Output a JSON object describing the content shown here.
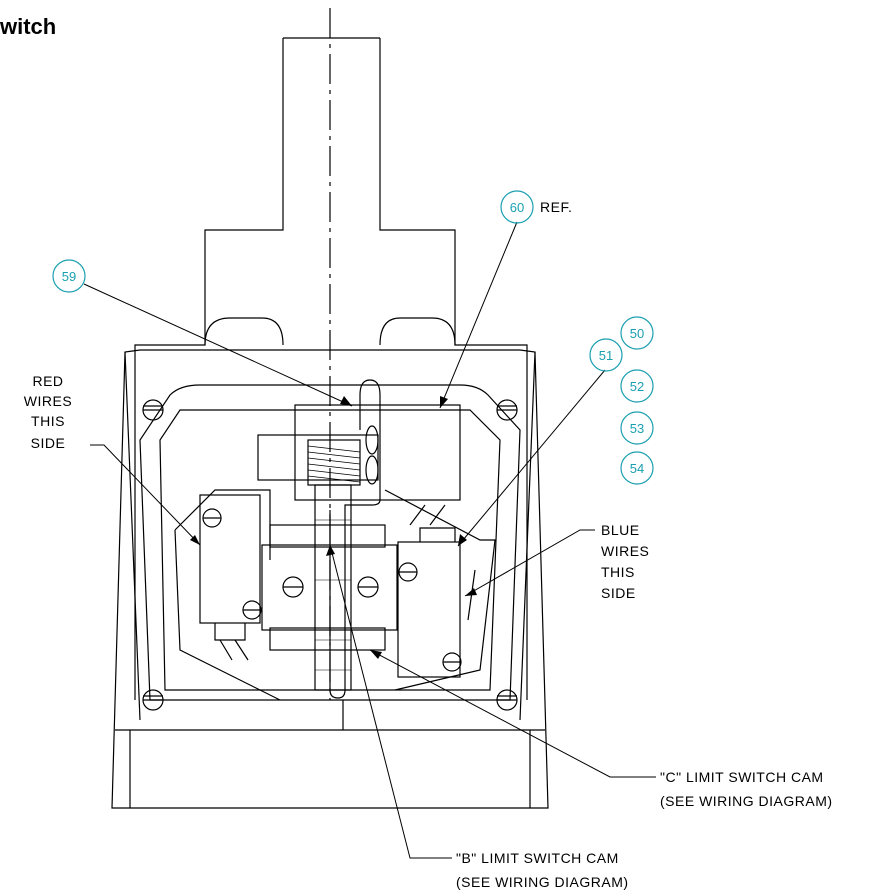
{
  "title": "witch",
  "colors": {
    "line": "#000000",
    "balloon": "#1a9fb0",
    "background": "#ffffff"
  },
  "balloons": {
    "b50": "50",
    "b51": "51",
    "b52": "52",
    "b53": "53",
    "b54": "54",
    "b59": "59",
    "b60": "60"
  },
  "labels": {
    "ref": "REF.",
    "red_wires": [
      "RED",
      "WIRES",
      "THIS",
      "SIDE"
    ],
    "blue_wires": [
      "BLUE",
      "WIRES",
      "THIS",
      "SIDE"
    ],
    "cam_c": "\"C\" LIMIT SWITCH CAM",
    "cam_c_note": "(SEE WIRING DIAGRAM)",
    "cam_b": "\"B\" LIMIT SWITCH CAM",
    "cam_b_note": "(SEE WIRING DIAGRAM)"
  }
}
